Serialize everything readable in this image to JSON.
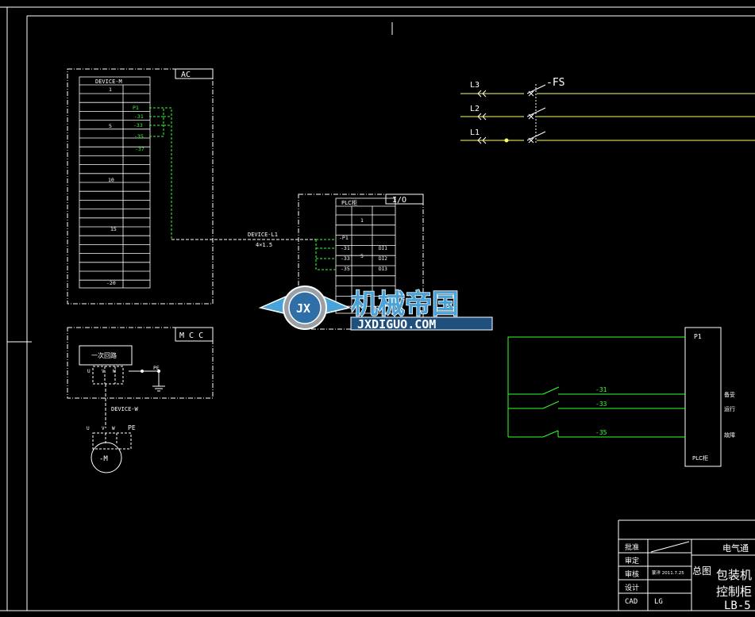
{
  "colors": {
    "background": "#000000",
    "frame": "#ffffff",
    "power_line": "#ffff66",
    "signal": "#33ff33",
    "watermark_blue": "#4aa3d8"
  },
  "ac_panel": {
    "label": "AC",
    "table_title": "DEVICE-M",
    "row_numbers": [
      "1",
      "5",
      "10",
      "15",
      "-20"
    ],
    "terminals": [
      "P1",
      "-31",
      "-33",
      "-35",
      "-37"
    ]
  },
  "io_panel": {
    "label": "I/O",
    "table_title": "PLC柜",
    "row_number_1": "1",
    "row_number_5": "5",
    "terminals": [
      "-P1",
      "-31",
      "-33",
      "-35"
    ],
    "inputs": [
      "DI1",
      "DI2",
      "DI3"
    ]
  },
  "cable": {
    "name": "DEVICE-L1",
    "spec": "4×1.5"
  },
  "mcc_panel": {
    "label": "M C C",
    "circuit_label": "一次回路",
    "terminals": [
      "U",
      "V",
      "W"
    ],
    "pe_label": "PE",
    "cable_name": "DEVICE-W"
  },
  "motor": {
    "label": "-M",
    "terminals": [
      "U",
      "V",
      "W"
    ],
    "pe_label": "PE"
  },
  "power": {
    "switch_label": "-FS",
    "lines": [
      "L3",
      "L2",
      "L1"
    ]
  },
  "control": {
    "box_top": "P1",
    "box_bottom": "PLC柜",
    "contacts": [
      "-31",
      "-33",
      "-35"
    ],
    "signals": [
      "备妥",
      "运行",
      "故障"
    ]
  },
  "title_block": {
    "title": "电气通",
    "rows": [
      "批准",
      "审定",
      "审核",
      "设计",
      "CAD"
    ],
    "review_date": "蒙洋 2011.7.25",
    "cad_name": "LG",
    "drawing_name_line1": "包装机",
    "drawing_name_line2": "控制柜",
    "drawing_type": "总图",
    "drawing_no": "LB-5"
  },
  "watermark": {
    "logo_letters": "JX",
    "title": "机械帝国",
    "url": "JXDIGUO.COM"
  }
}
